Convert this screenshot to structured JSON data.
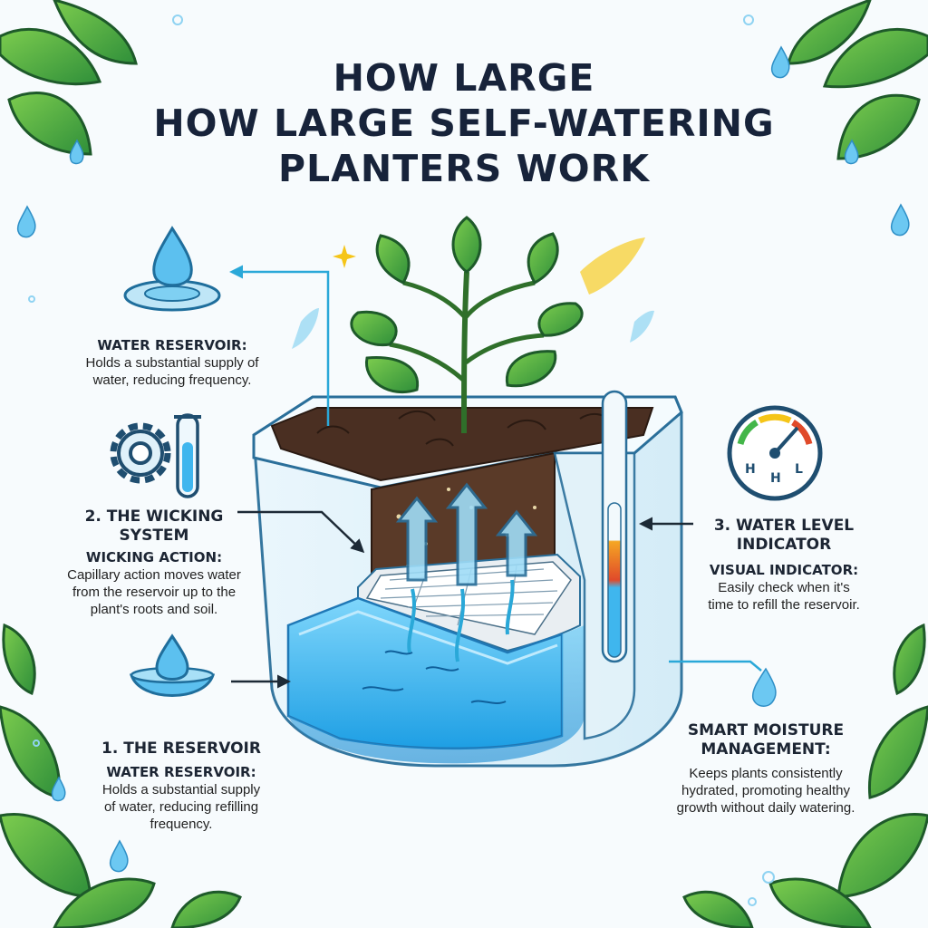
{
  "title": {
    "line1": "HOW LARGE",
    "line2": "HOW LARGE SELF-WATERING",
    "line3": "PLANTERS WORK"
  },
  "callouts": {
    "water_reservoir_top": {
      "heading": "WATER RESERVOIR:",
      "body_line1": "Holds a substantial supply of",
      "body_line2": "water, reducing frequency."
    },
    "wicking_system": {
      "heading_line1": "2. THE WICKING",
      "heading_line2": "SYSTEM",
      "subheading": "WICKING ACTION:",
      "body_line1": "Capillary action moves water",
      "body_line2": "from the reservoir up to the",
      "body_line3": "plant's roots and soil."
    },
    "reservoir": {
      "heading": "1. THE RESERVOIR",
      "subheading": "WATER RESERVOIR:",
      "body_line1": "Holds a substantial supply",
      "body_line2": "of water, reducing refilling",
      "body_line3": "frequency."
    },
    "water_level": {
      "heading_line1": "3. WATER LEVEL",
      "heading_line2": "INDICATOR",
      "subheading": "VISUAL INDICATOR:",
      "body_line1": "Easily check when it's",
      "body_line2": "time to refill the reservoir."
    },
    "smart_moisture": {
      "heading_line1": "SMART MOISTURE",
      "heading_line2": "MANAGEMENT:",
      "body_line1": "Keeps plants consistently",
      "body_line2": "hydrated, promoting healthy",
      "body_line3": "growth without daily watering."
    }
  },
  "gauge": {
    "label_left": "H",
    "label_mid": "H",
    "label_right": "L"
  },
  "icons": [
    "water-drop-ripple-icon",
    "gear-icon",
    "test-tube-icon",
    "water-drop-bowl-icon",
    "gauge-icon",
    "water-drop-icon",
    "leaf-icon",
    "sparkle-icon"
  ],
  "colors": {
    "title": "#17233a",
    "water": "#3fb6ee",
    "soil": "#4a2f22",
    "leaf": "#4fae3a",
    "arrow": "#2aa8d8",
    "indicator_orange": "#f08a2a"
  }
}
